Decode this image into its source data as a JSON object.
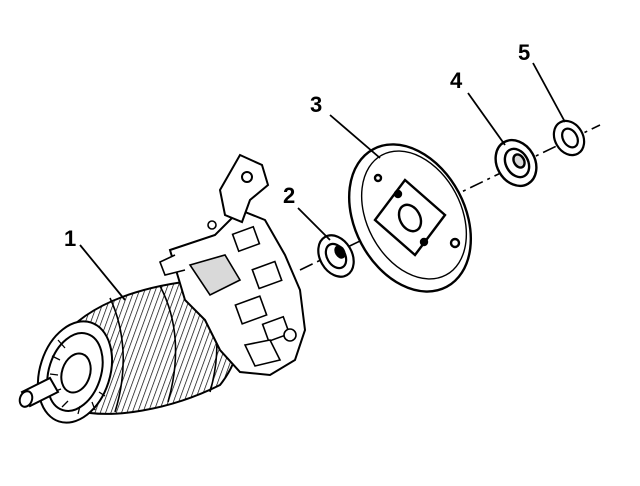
{
  "diagram": {
    "callouts": [
      {
        "id": "1",
        "label": "1"
      },
      {
        "id": "2",
        "label": "2"
      },
      {
        "id": "3",
        "label": "3"
      },
      {
        "id": "4",
        "label": "4"
      },
      {
        "id": "5",
        "label": "5"
      }
    ],
    "colors": {
      "ink": "#000000",
      "paper": "#ffffff",
      "shade": "#d9d9d9"
    }
  }
}
